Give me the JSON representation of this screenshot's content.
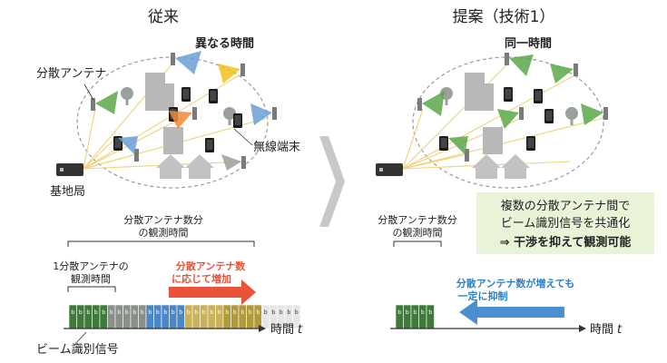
{
  "left": {
    "title": "従来",
    "label_different_time": "異なる時間",
    "label_distributed_antenna": "分散アンテナ",
    "label_wireless_terminal": "無線端末",
    "label_base_station": "基地局",
    "label_total_time_line1": "分散アンテナ数分",
    "label_total_time_line2": "の観測時間",
    "label_one_time_line1": "1分散アンテナの",
    "label_one_time_line2": "観測時間",
    "arrow_line1": "分散アンテナ数",
    "arrow_line2": "に応じて増加",
    "axis_label": "時間",
    "axis_var": "t",
    "beam_signal_label": "ビーム識別信号",
    "block_text": "b"
  },
  "right": {
    "title": "提案（技術1）",
    "label_same_time": "同一時間",
    "info_line1": "複数の分散アンテナ間で",
    "info_line2": "ビーム識別信号を共通化",
    "info_line3": "⇒ 干渉を抑えて観測可能",
    "label_total_time_line1": "分散アンテナ数分",
    "label_total_time_line2": "の観測時間",
    "arrow_line1": "分散アンテナ数が増えても",
    "arrow_line2": "一定に抑制",
    "axis_label": "時間",
    "axis_var": "t"
  },
  "colors": {
    "orange_accent": "#e8533a",
    "blue_accent": "#2f7fc6",
    "beam_green": "#5aa84a",
    "beam_blue": "#6a9fd6",
    "beam_orange": "#f08a3a",
    "beam_yellow": "#f2c21a",
    "info_box_bg": "#e8f3d8"
  }
}
